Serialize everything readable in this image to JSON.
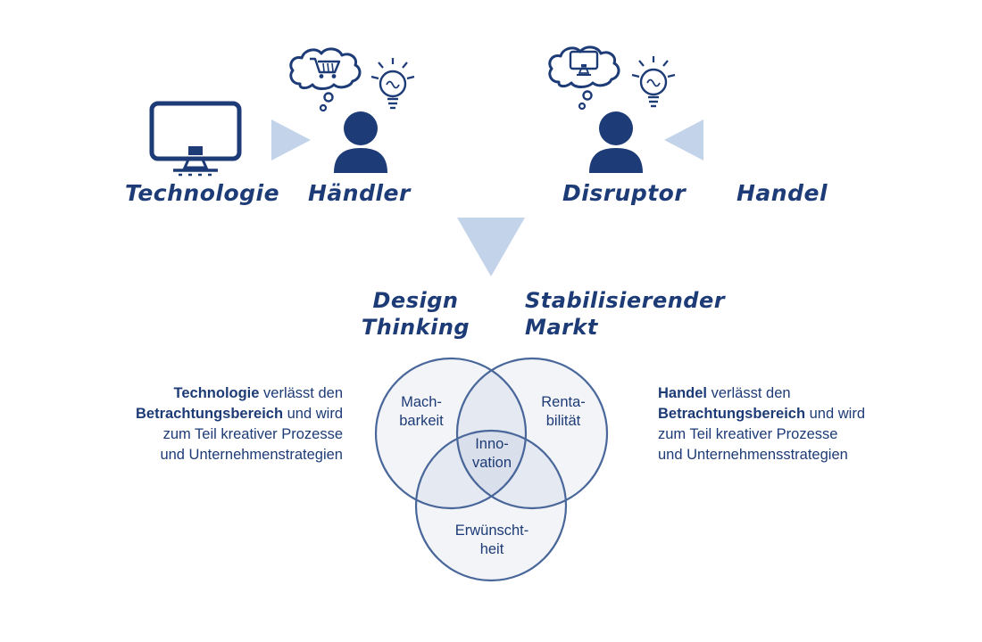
{
  "colors": {
    "navy": "#1d3b76",
    "light_blue": "#c3d4ea",
    "circle_stroke": "#49679a",
    "circle_fill_tint": "rgba(73,103,154,0.07)"
  },
  "top": {
    "technologie": "Technologie",
    "haendler": "Händler",
    "disruptor": "Disruptor",
    "handel": "Handel"
  },
  "headings": {
    "design_thinking": "Design\nThinking",
    "stabilisierender_markt": "Stabilisierender\nMarkt"
  },
  "venn": {
    "machbarkeit": "Mach-\nbarkeit",
    "rentabilitaet": "Renta-\nbilität",
    "innovation": "Inno-\nvation",
    "erwuenschtheit": "Erwünscht-\nheit"
  },
  "left_note": {
    "lines": [
      {
        "bold": "Technologie",
        "normal": " verlässt den"
      },
      {
        "bold": "Betrachtungsbereich",
        "normal": " und wird"
      },
      {
        "bold": "",
        "normal": "zum Teil kreativer Prozesse"
      },
      {
        "bold": "",
        "normal": "und Unternehmenstrategien"
      }
    ]
  },
  "right_note": {
    "lines": [
      {
        "bold": "Handel",
        "normal": " verlässt den"
      },
      {
        "bold": "Betrachtungsbereich",
        "normal": " und wird"
      },
      {
        "bold": "",
        "normal": "zum Teil kreativer Prozesse"
      },
      {
        "bold": "",
        "normal": "und Unternehmensstrategien"
      }
    ]
  },
  "icons": {
    "monitor": "monitor-icon",
    "person": "person-icon",
    "thought_bubble": "thought-bubble-icon",
    "shopping_cart": "shopping-cart-icon",
    "lightbulb": "lightbulb-icon",
    "arrow_right": "arrow-right-triangle",
    "arrow_left": "arrow-left-triangle",
    "arrow_down": "arrow-down-triangle"
  }
}
